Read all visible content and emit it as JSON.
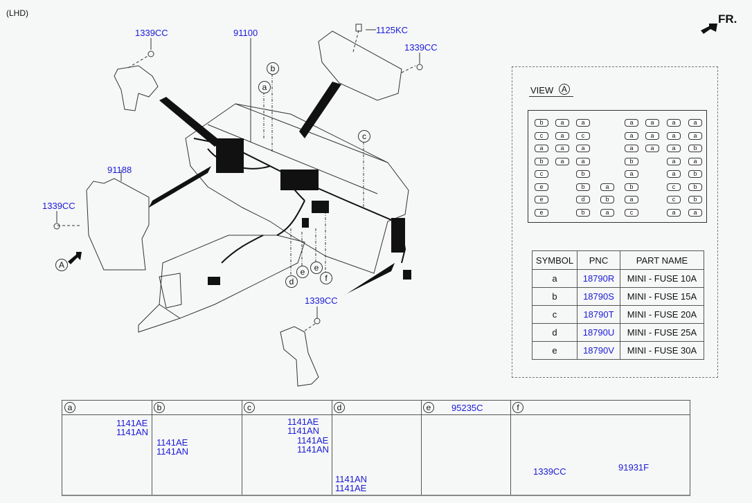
{
  "header": {
    "drive_side": "(LHD)",
    "front_indicator": "FR."
  },
  "main_diagram": {
    "callouts": {
      "bracket_left_nut": "1339CC",
      "main_harness": "91100",
      "bolt_top": "1125KC",
      "bracket_right_nut": "1339CC",
      "junction_box": "91188",
      "junction_box_nut": "1339CC",
      "lower_bracket_nut": "1339CC"
    },
    "view_marker": "A",
    "detail_markers": [
      "a",
      "b",
      "c",
      "d",
      "e",
      "e",
      "f"
    ]
  },
  "view_a": {
    "title": "VIEW",
    "marker": "A",
    "fuse_grid": [
      [
        "b",
        "a",
        "a",
        "",
        "a",
        "a",
        "a",
        "a"
      ],
      [
        "c",
        "a",
        "c",
        "",
        "a",
        "a",
        "a",
        "a"
      ],
      [
        "a",
        "a",
        "a",
        "",
        "a",
        "a",
        "a",
        "b"
      ],
      [
        "b",
        "a",
        "a",
        "",
        "b",
        "",
        "a",
        "a"
      ],
      [
        "c",
        "",
        "b",
        "",
        "a",
        "",
        "a",
        "b"
      ],
      [
        "e",
        "",
        "b",
        "a",
        "b",
        "",
        "c",
        "b"
      ],
      [
        "e",
        "",
        "d",
        "b",
        "a",
        "",
        "c",
        "b"
      ],
      [
        "e",
        "",
        "b",
        "a",
        "c",
        "",
        "a",
        "a"
      ]
    ]
  },
  "fuse_table": {
    "headers": [
      "SYMBOL",
      "PNC",
      "PART NAME"
    ],
    "rows": [
      {
        "symbol": "a",
        "pnc": "18790R",
        "name": "MINI - FUSE 10A"
      },
      {
        "symbol": "b",
        "pnc": "18790S",
        "name": "MINI - FUSE 15A"
      },
      {
        "symbol": "c",
        "pnc": "18790T",
        "name": "MINI - FUSE 20A"
      },
      {
        "symbol": "d",
        "pnc": "18790U",
        "name": "MINI - FUSE 25A"
      },
      {
        "symbol": "e",
        "pnc": "18790V",
        "name": "MINI - FUSE 30A"
      }
    ]
  },
  "detail_panels": [
    {
      "marker": "a",
      "labels": [
        "1141AE",
        "1141AN"
      ]
    },
    {
      "marker": "b",
      "labels": [
        "1141AE",
        "1141AN"
      ]
    },
    {
      "marker": "c",
      "labels": [
        "1141AE",
        "1141AN",
        "1141AE",
        "1141AN"
      ]
    },
    {
      "marker": "d",
      "labels": [
        "1141AN",
        "1141AE"
      ]
    },
    {
      "marker": "e",
      "header_part": "95235C",
      "labels": []
    },
    {
      "marker": "f",
      "labels": [
        "1339CC",
        "91931F"
      ]
    }
  ],
  "colors": {
    "part_number": "#1a1ad6",
    "background": "#f6f7f7",
    "line": "#111111"
  }
}
